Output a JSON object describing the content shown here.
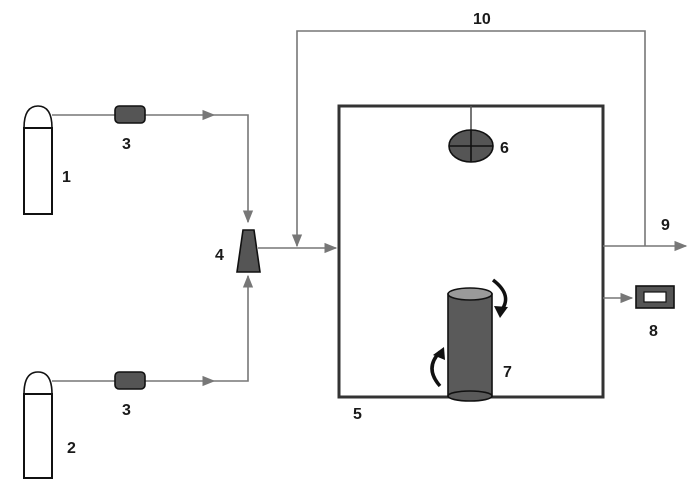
{
  "diagram": {
    "labels": {
      "gas_cylinder_1": "1",
      "gas_cylinder_2": "2",
      "flow_meter_top": "3",
      "flow_meter_bottom": "3",
      "mixer": "4",
      "chamber": "5",
      "fan": "6",
      "rotating_sample": "7",
      "sensor": "8",
      "outlet": "9",
      "recirculation": "10"
    },
    "colors": {
      "line": "#777777",
      "component_fill": "#555555",
      "outline": "#111111",
      "chamber_stroke": "#333333",
      "cylinder_body": "#5a5a5a",
      "cylinder_top": "#9a9a9a"
    }
  }
}
